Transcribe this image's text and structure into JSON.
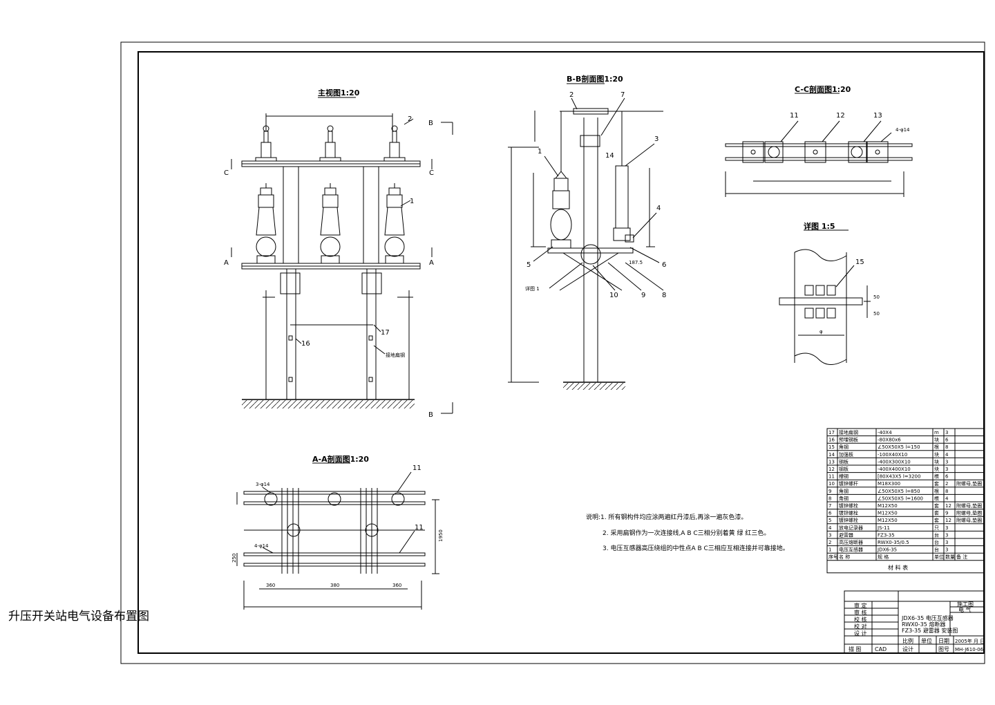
{
  "page_caption": "升压开关站电气设备布置图",
  "views": {
    "front": "主视图1:20",
    "bb": "B-B剖面图1:20",
    "cc": "C-C剖面图1:20",
    "detail": "详图 1:5",
    "aa": "A-A剖面图1:20"
  },
  "section_marks": {
    "b": "B",
    "c": "C",
    "a": "A"
  },
  "front_labels": {
    "grounding": "接地扁钢"
  },
  "bb_labels": {
    "dim": "187.5",
    "detail_ref": "详图 1"
  },
  "dims": {
    "hole_3": "3-φ14",
    "hole_4": "4-φ14",
    "hole_6": "4-φ14",
    "aa_1950": "1950",
    "aa_250": "250",
    "aa_360_1": "360",
    "aa_360_2": "380",
    "aa_360_3": "360",
    "det_50a": "50",
    "det_50b": "50",
    "det_w": "φ"
  },
  "notes": [
    "说明:1. 所有钢构件均应涂两遍红丹漆后,再涂一遍灰色漆。",
    "2. 采用扁钢作为一次连接线,A B C三相分别着黄 绿 红三色。",
    "3. 电压互感器高压绕组的中性点A B C三相应互相连接并可靠接地。"
  ],
  "bom": {
    "rows": [
      {
        "no": "17",
        "name": "接地扁钢",
        "spec": "-40X4",
        "unit": "m",
        "qty": "3",
        "remark": ""
      },
      {
        "no": "16",
        "name": "预埋钢板",
        "spec": "-80X80x6",
        "unit": "块",
        "qty": "6",
        "remark": ""
      },
      {
        "no": "15",
        "name": "角钢",
        "spec": "∠50X50X5 l=150",
        "unit": "根",
        "qty": "8",
        "remark": ""
      },
      {
        "no": "14",
        "name": "加强板",
        "spec": "-100X40X10",
        "unit": "块",
        "qty": "4",
        "remark": ""
      },
      {
        "no": "13",
        "name": "钢板",
        "spec": "-400X300X10",
        "unit": "块",
        "qty": "3",
        "remark": ""
      },
      {
        "no": "12",
        "name": "钢板",
        "spec": "-400X400X10",
        "unit": "块",
        "qty": "3",
        "remark": ""
      },
      {
        "no": "11",
        "name": "槽钢",
        "spec": "[80X43X5 l=3200",
        "unit": "根",
        "qty": "6",
        "remark": ""
      },
      {
        "no": "10",
        "name": "镀锌螺杆",
        "spec": "M18X300",
        "unit": "套",
        "qty": "2",
        "remark": "附螺母,垫圈"
      },
      {
        "no": "9",
        "name": "角钢",
        "spec": "∠50X50X5 l=850",
        "unit": "根",
        "qty": "8",
        "remark": ""
      },
      {
        "no": "8",
        "name": "角钢",
        "spec": "∠50X50X5 l=1600",
        "unit": "根",
        "qty": "4",
        "remark": ""
      },
      {
        "no": "7",
        "name": "镀锌螺栓",
        "spec": "M12X50",
        "unit": "套",
        "qty": "12",
        "remark": "附螺母,垫圈"
      },
      {
        "no": "6",
        "name": "镀锌螺栓",
        "spec": "M12X50",
        "unit": "套",
        "qty": "9",
        "remark": "附螺母,垫圈"
      },
      {
        "no": "5",
        "name": "镀锌螺栓",
        "spec": "M12X50",
        "unit": "套",
        "qty": "12",
        "remark": "附螺母,垫圈"
      },
      {
        "no": "4",
        "name": "放电记录器",
        "spec": "JS-11",
        "unit": "只",
        "qty": "3",
        "remark": ""
      },
      {
        "no": "3",
        "name": "避雷器",
        "spec": "FZ3-35",
        "unit": "台",
        "qty": "3",
        "remark": ""
      },
      {
        "no": "2",
        "name": "高压熔断器",
        "spec": "RWX0-35/0.5",
        "unit": "台",
        "qty": "3",
        "remark": ""
      },
      {
        "no": "1",
        "name": "电压互感器",
        "spec": "JDX6-35",
        "unit": "台",
        "qty": "3",
        "remark": ""
      }
    ],
    "header": {
      "no": "序号",
      "name": "名 称",
      "spec": "规 格",
      "unit": "单位",
      "qty": "数量",
      "remark": "备 注"
    },
    "title": "材 料 表"
  },
  "title_block": {
    "roles": [
      "审 定",
      "审 核",
      "校 核",
      "校 对",
      "设 计",
      "描 图"
    ],
    "cad": "CAD",
    "desc": [
      "JDX6-35 电压互感器",
      "RWX0-35 熔断器",
      "FZ3-35 避雷器 安装图"
    ],
    "stage": "施工图",
    "discipline": "电 气",
    "scale_label": "比例",
    "unit_label": "单位",
    "date_label": "日期",
    "date_value": "2005年 月 日",
    "drawno_label": "图号",
    "drawno_value": "MH-J610-06",
    "design_label": "设计"
  }
}
